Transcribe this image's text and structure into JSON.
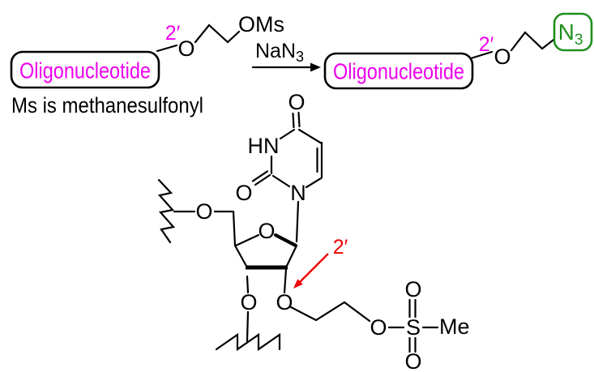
{
  "colors": {
    "magenta": "#ee00ee",
    "red": "#ee0000",
    "green": "#1f8f1f",
    "black": "#000000"
  },
  "scheme": {
    "reactant": {
      "box_label": "Oligonucleotide",
      "position_label": "2′",
      "ether_oxygen": "O",
      "leaving_group": "OMs"
    },
    "reagent": {
      "formula_main": "NaN",
      "formula_sub": "3"
    },
    "product": {
      "box_label": "Oligonucleotide",
      "position_label": "2′",
      "ether_oxygen": "O",
      "azide_main": "N",
      "azide_sub": "3"
    },
    "footnote": "Ms is methanesulfonyl"
  },
  "structure": {
    "uracil": {
      "nh_label": "HN",
      "n_label": "N",
      "carbonyl_top": "O",
      "carbonyl_left": "O"
    },
    "ribose": {
      "ring_oxygen": "O",
      "o5_label": "O",
      "o3_label": "O",
      "o2_label": "O"
    },
    "annotation_2prime": "2′",
    "mesylate": {
      "ester_oxygen": "O",
      "sulfur": "S",
      "oxo_top": "O",
      "oxo_bottom": "O",
      "methyl": "Me"
    }
  }
}
